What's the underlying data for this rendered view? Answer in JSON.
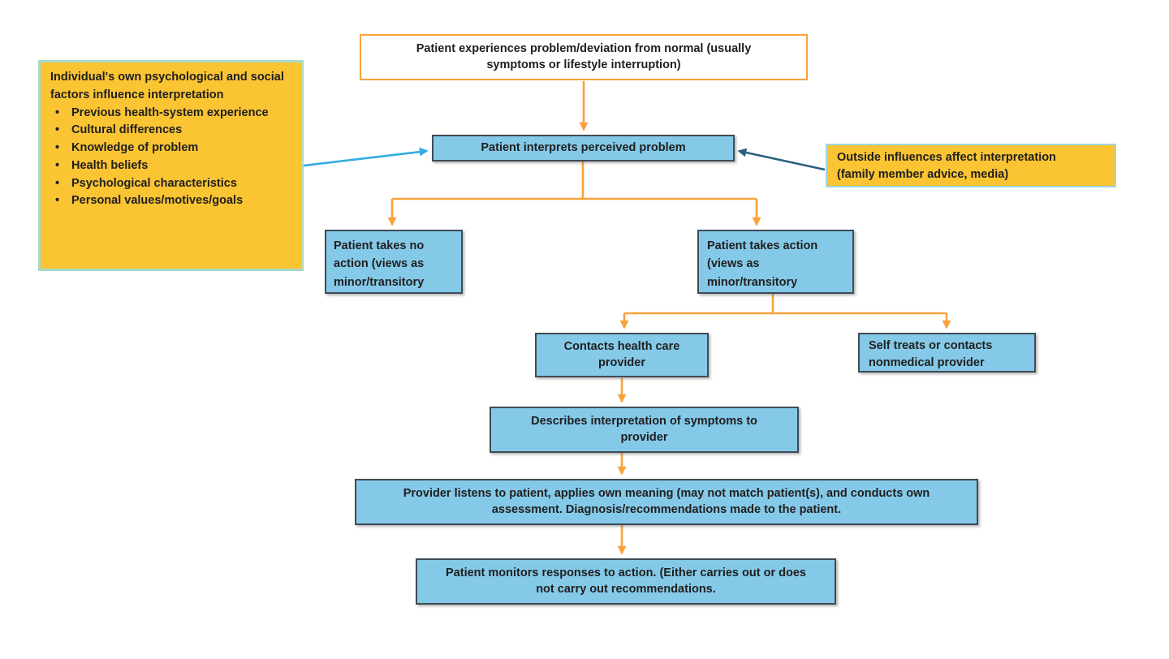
{
  "palette": {
    "orange": "#F9A23C",
    "yellow": "#FBC433",
    "yellow_border_left": "#A8DAC9",
    "yellow_border_right": "#9FD5DF",
    "blue_fill": "#85C9E8",
    "blue_border": "#3F4C55",
    "light_blue_arrow": "#33ACE3",
    "dark_blue_arrow": "#2B5F7E",
    "text": "#202020"
  },
  "nodes": {
    "start": "Patient experiences problem/deviation from normal (usually symptoms or lifestyle interruption)",
    "interpret": "Patient interprets perceived problem",
    "no_action": "Patient takes no action (views as minor/transitory",
    "action": "Patient takes action (views as minor/transitory",
    "contacts": "Contacts health care provider",
    "self_treat": "Self treats or contacts nonmedical provider",
    "describes": "Describes interpretation of symptoms to provider",
    "provider": "Provider listens to patient, applies own meaning (may not match patient(s), and conducts own assessment.  Diagnosis/recommendations made to the patient.",
    "monitors": "Patient monitors responses to action. (Either carries out or does not carry out recommendations."
  },
  "left_note": {
    "title": "Individual's own psychological and social factors influence interpretation",
    "bullet_glyph": "•",
    "bullets": [
      "Previous health-system experience",
      "Cultural differences",
      "Knowledge of problem",
      "Health beliefs",
      "Psychological characteristics",
      "Personal values/motives/goals"
    ]
  },
  "right_note": {
    "text": "Outside influences affect interpretation (family member advice, media)"
  }
}
